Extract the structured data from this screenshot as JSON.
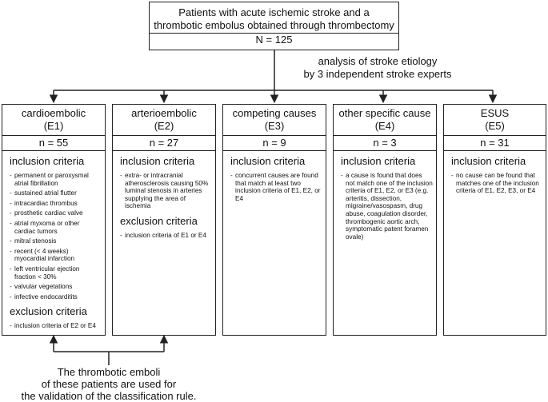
{
  "top": {
    "title_line1": "Patients with acute ischemic stroke and a",
    "title_line2": "thrombotic embolus obtained through thrombectomy",
    "n": "N = 125"
  },
  "analysis": {
    "line1": "analysis of stroke etiology",
    "line2": "by 3 independent stroke experts"
  },
  "categories": [
    {
      "name": "cardioembolic",
      "code": "(E1)",
      "n": "n = 55",
      "inclusion_title": "inclusion criteria",
      "inclusion": [
        "permanent or paroxysmal atrial fibrillation",
        "sustained atrial flutter",
        "intracardiac thrombus",
        "prosthetic cardiac valve",
        "atrial myxoma or other cardiac tumors",
        "mitral stenosis",
        "recent (< 4 weeks) myocardial infarction",
        "left ventricular ejection fraction < 30%",
        "valvular vegetations",
        "infective endocarditits"
      ],
      "exclusion_title": "exclusion criteria",
      "exclusion": [
        "inclusion criteria of E2 or E4"
      ]
    },
    {
      "name": "arterioembolic",
      "code": "(E2)",
      "n": "n = 27",
      "inclusion_title": "inclusion criteria",
      "inclusion": [
        "extra- or intracranial atherosclerosis causing 50% luminal stenosis in arteries supplying the area of ischemia"
      ],
      "exclusion_title": "exclusion criteria",
      "exclusion": [
        "inclusion criteria of E1 or E4"
      ]
    },
    {
      "name": "competing causes",
      "code": "(E3)",
      "n": "n = 9",
      "inclusion_title": "inclusion criteria",
      "inclusion": [
        "concurrent causes are found that match at least two inclusion criteria of E1, E2, or E4"
      ]
    },
    {
      "name": "other specific cause",
      "code": "(E4)",
      "n": "n = 3",
      "inclusion_title": "inclusion criteria",
      "inclusion": [
        "a cause is found that does not match one of the inclusion criteria of E1, E2, or E3 (e.g. arteritis, dissection, migraine/vasospasm, drug abuse, coagulation disorder, thrombogenic aortic arch, symptomatic patent foramen ovale)"
      ]
    },
    {
      "name": "ESUS",
      "code": "(E5)",
      "n": "n = 31",
      "inclusion_title": "inclusion criteria",
      "inclusion": [
        "no cause can be found that matches one of the inclusion criteria of E1, E2, E3, or E4"
      ]
    }
  ],
  "bottom": {
    "line1": "The thrombotic emboli",
    "line2": "of these patients are used for",
    "line3": "the validation of the classification rule."
  }
}
